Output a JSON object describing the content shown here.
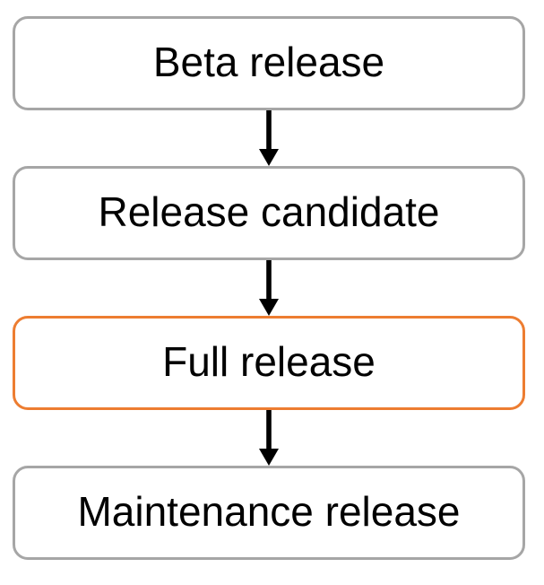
{
  "diagram": {
    "type": "flowchart",
    "direction": "top-down",
    "nodes": [
      {
        "label": "Beta release",
        "highlighted": false
      },
      {
        "label": "Release candidate",
        "highlighted": false
      },
      {
        "label": "Full release",
        "highlighted": true
      },
      {
        "label": "Maintenance release",
        "highlighted": false
      }
    ],
    "arrows": [
      {
        "from": 0,
        "to": 1
      },
      {
        "from": 1,
        "to": 2
      },
      {
        "from": 2,
        "to": 3
      }
    ],
    "colors": {
      "node_border": "#A6A6A6",
      "highlight_border": "#ED7D31",
      "text": "#000000",
      "arrow": "#000000",
      "background": "#FFFFFF"
    }
  }
}
